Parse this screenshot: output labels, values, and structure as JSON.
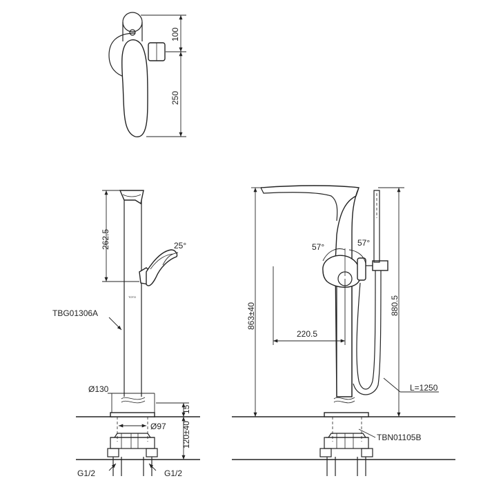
{
  "top_view": {
    "dim_100": "100",
    "dim_250": "250"
  },
  "side_view": {
    "dim_262_5": "262.5",
    "angle": "25°",
    "model_label": "TBG01306A",
    "diameter_130": "Ø130",
    "diameter_97": "Ø97",
    "dim_15": "15",
    "dim_120": "120±40",
    "thread_left": "G1/2",
    "thread_right": "G1/2",
    "brand_mark": "TOTO"
  },
  "front_view": {
    "angle_left": "57°",
    "angle_right": "57°",
    "dim_863": "863±40",
    "dim_880_5": "880.5",
    "dim_220_5": "220.5",
    "hose_length": "L=1250",
    "valve_label": "TBN01105B"
  }
}
